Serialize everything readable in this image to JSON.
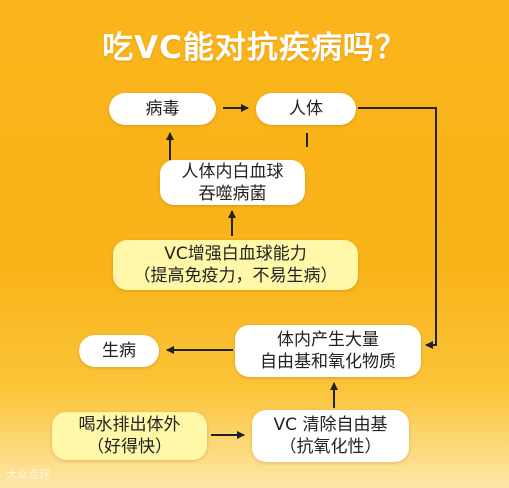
{
  "title": "吃VC能对抗疾病吗？",
  "nodes": {
    "virus": "病毒",
    "body": "人体",
    "wbc": [
      "人体内白血球",
      "吞噬病菌"
    ],
    "vc_boost": [
      "VC增强白血球能力",
      "（提高免疫力，不易生病）"
    ],
    "sick": "生病",
    "free_radical": [
      "体内产生大量",
      "自由基和氧化物质"
    ],
    "drink": [
      "喝水排出体外",
      "（好得快）"
    ],
    "vc_clear": [
      "VC 清除自由基",
      "（抗氧化性）"
    ]
  },
  "watermark": "大众点评",
  "colors": {
    "background": "#fbb51c",
    "box_white": "#ffffff",
    "box_yellow": "#fff8a8",
    "arrow": "#222222",
    "title": "#ffffff"
  }
}
